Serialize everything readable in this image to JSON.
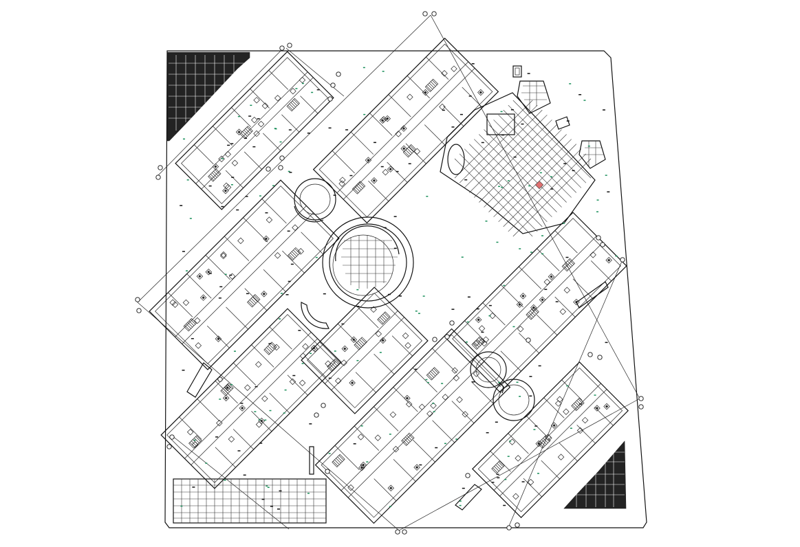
{
  "drawing": {
    "kind": "site plan",
    "colors": {
      "line": "#111111",
      "background": "#ffffff",
      "accent_green": "#1a8f5a",
      "accent_red": "#e07070"
    }
  },
  "icons": {
    "grid_bubble": "circle-marker",
    "north_marker": "small-rectangle"
  }
}
